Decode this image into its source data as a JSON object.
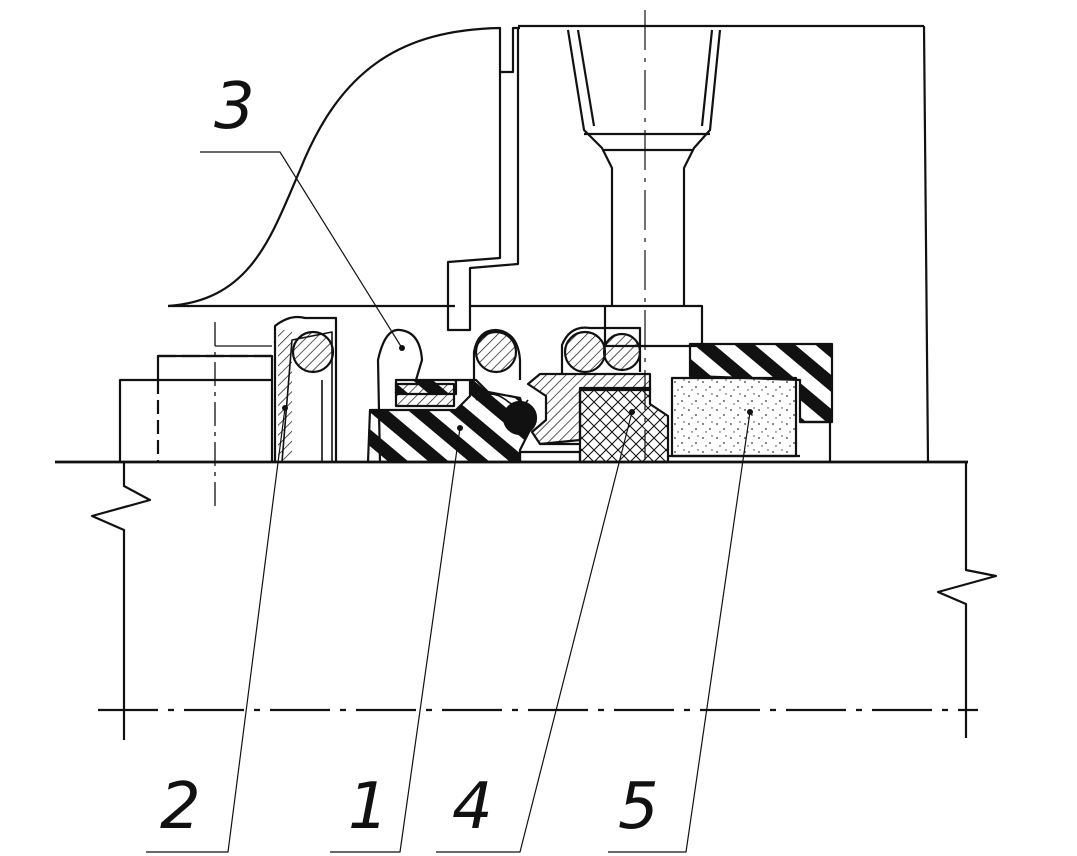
{
  "labels": {
    "one": "1",
    "two": "2",
    "three": "3",
    "four": "4",
    "five": "5"
  },
  "colors": {
    "ink": "#111111",
    "paper": "#ffffff",
    "ring_fill": "#e6e6e6"
  }
}
